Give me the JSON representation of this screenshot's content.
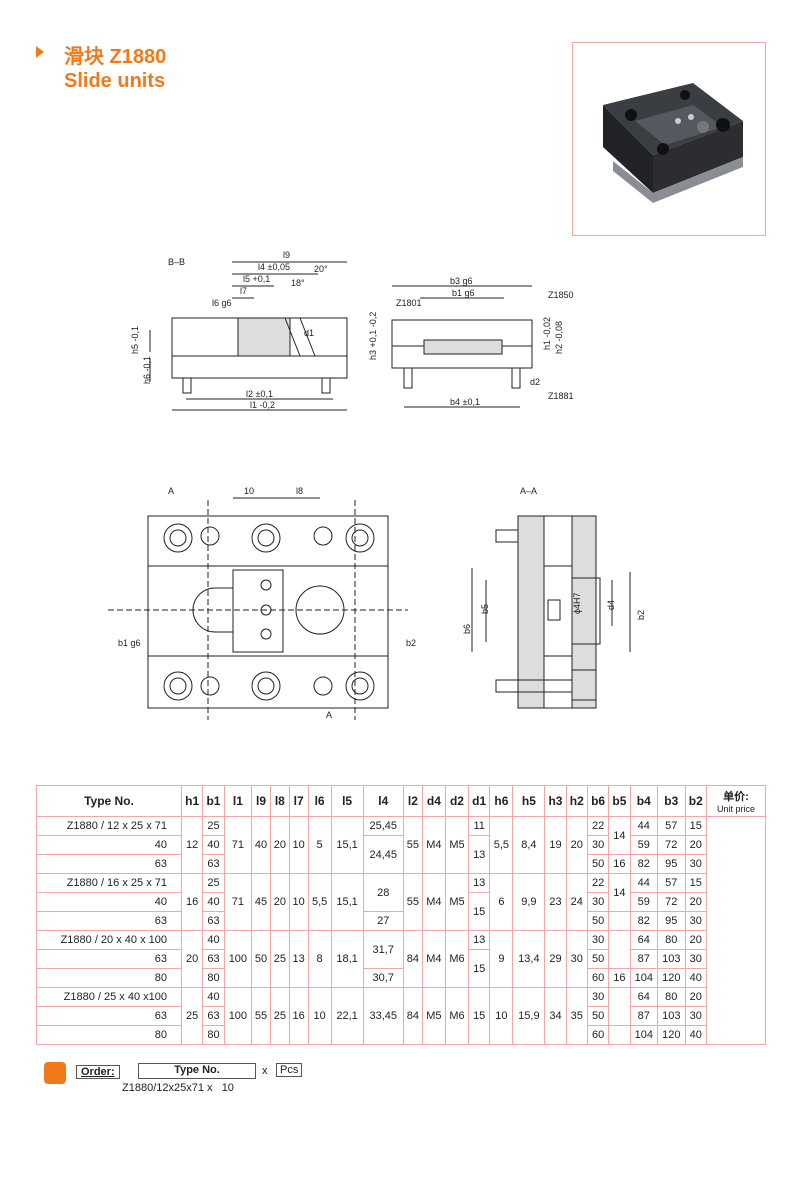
{
  "title": {
    "cn": "滑块 Z1880",
    "en": "Slide units"
  },
  "drawing_labels": {
    "bb": "B–B",
    "aa": "A–A",
    "a1": "A",
    "a2": "A",
    "b1": "b1 g6",
    "b2": "b2",
    "l9": "l9",
    "l4": "l4 ±0,05",
    "l5": "l5 +0,1",
    "l7": "l7",
    "l6": "l6 g6",
    "ang18": "18°",
    "ang20": "20°",
    "h5": "h5 -0,1",
    "h6": "h6 -0,1",
    "d1": "d1",
    "l2": "l2 ±0,1",
    "l1": "l1 -0,2",
    "b3": "b3 g6",
    "z1801": "Z1801",
    "z1850": "Z1850",
    "z1881": "Z1881",
    "h3": "h3 +0,1 -0,2",
    "h1": "h1 -0,02",
    "h2": "h2 -0,08",
    "d2": "d2",
    "b4": "b4 ±0,1",
    "ten": "10",
    "l8": "l8",
    "b5": "b5",
    "b6": "b6",
    "d4": "d4",
    "phi4": "ϕ4H7"
  },
  "table": {
    "headers": [
      "Type No.",
      "h1",
      "b1",
      "l1",
      "l9",
      "l8",
      "l7",
      "l6",
      "l5",
      "l4",
      "l2",
      "d4",
      "d2",
      "d1",
      "h6",
      "h5",
      "h3",
      "h2",
      "b6",
      "b5",
      "b4",
      "b3",
      "b2"
    ],
    "unit_price_cn": "单价:",
    "unit_price_en": "Unit price",
    "groups": [
      {
        "rows": [
          {
            "type": "Z1880 / 12 x 25 x  71",
            "b1": "25",
            "l4": "25,45",
            "d1": "11",
            "b6": "22",
            "b4": "44",
            "b3": "57",
            "b2": "15"
          },
          {
            "type": "40",
            "b1": "40",
            "b6": "30",
            "b4": "59",
            "b3": "72",
            "b2": "20"
          },
          {
            "type": "63",
            "b1": "63",
            "b6": "50",
            "b5": "16",
            "b4": "82",
            "b3": "95",
            "b2": "30"
          }
        ],
        "h1": "12",
        "l1": "71",
        "l9": "40",
        "l8": "20",
        "l7": "10",
        "l6": "5",
        "l5": "15,1",
        "l4b": "24,45",
        "l2": "55",
        "d4": "M4",
        "d2": "M5",
        "d1b": "13",
        "h6": "5,5",
        "h5": "8,4",
        "h3": "19",
        "h2": "20",
        "b5": "14"
      },
      {
        "rows": [
          {
            "type": "Z1880 / 16 x 25 x  71",
            "b1": "25",
            "d1": "13",
            "b6": "22",
            "b4": "44",
            "b3": "57",
            "b2": "15"
          },
          {
            "type": "40",
            "b1": "40",
            "b6": "30",
            "b4": "59",
            "b3": "72",
            "b2": "20"
          },
          {
            "type": "63",
            "b1": "63",
            "b6": "50",
            "b4": "82",
            "b3": "95",
            "b2": "30"
          }
        ],
        "h1": "16",
        "l1": "71",
        "l9": "45",
        "l8": "20",
        "l7": "10",
        "l6": "5,5",
        "l5": "15,1",
        "l4": "28",
        "l4b": "27",
        "l2": "55",
        "d4": "M4",
        "d2": "M5",
        "d1b": "15",
        "h6": "6",
        "h5": "9,9",
        "h3": "23",
        "h2": "24",
        "b5": "14"
      },
      {
        "rows": [
          {
            "type": "Z1880 / 20 x 40 x 100",
            "b1": "40",
            "d1": "13",
            "b6": "30",
            "b4": "64",
            "b3": "80",
            "b2": "20"
          },
          {
            "type": "63",
            "b1": "63",
            "b6": "50",
            "b4": "87",
            "b3": "103",
            "b2": "30"
          },
          {
            "type": "80",
            "b1": "80",
            "b6": "60",
            "b5": "16",
            "b4": "104",
            "b3": "120",
            "b2": "40"
          }
        ],
        "h1": "20",
        "l1": "100",
        "l9": "50",
        "l8": "25",
        "l7": "13",
        "l6": "8",
        "l5": "18,1",
        "l4": "31,7",
        "l4b": "30,7",
        "l2": "84",
        "d4": "M4",
        "d2": "M6",
        "d1b": "15",
        "h6": "9",
        "h5": "13,4",
        "h3": "29",
        "h2": "30"
      },
      {
        "rows": [
          {
            "type": "Z1880 / 25 x 40  x100",
            "b1": "40",
            "b6": "30",
            "b4": "64",
            "b3": "80",
            "b2": "20"
          },
          {
            "type": "63",
            "b1": "63",
            "b6": "50",
            "b4": "87",
            "b3": "103",
            "b2": "30"
          },
          {
            "type": "80",
            "b1": "80",
            "b6": "60",
            "b4": "104",
            "b3": "120",
            "b2": "40"
          }
        ],
        "h1": "25",
        "l1": "100",
        "l9": "55",
        "l8": "25",
        "l7": "16",
        "l6": "10",
        "l5": "22,1",
        "l4": "33,45",
        "l2": "84",
        "d4": "M5",
        "d2": "M6",
        "d1": "15",
        "h6": "10",
        "h5": "15,9",
        "h3": "34",
        "h2": "35"
      }
    ]
  },
  "order": {
    "label": "Order:",
    "type_label": "Type No.",
    "x": "x",
    "pcs": "Pcs",
    "example_type": "Z1880/12x25x71",
    "example_x": "x",
    "example_qty": "10"
  },
  "colors": {
    "accent": "#f07a1a",
    "table_border": "#f4a6a6"
  }
}
